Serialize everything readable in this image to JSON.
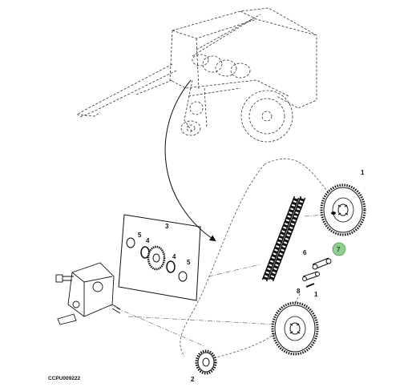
{
  "diagram": {
    "callouts": {
      "c1a": "1",
      "c1b": "1",
      "c2": "2",
      "c3": "3",
      "c4a": "4",
      "c4b": "4",
      "c5a": "5",
      "c5b": "5",
      "c6": "6",
      "c7": "7",
      "c8": "8"
    },
    "figure_code": "CCPU009222",
    "highlight_color": "#8fce8f"
  }
}
